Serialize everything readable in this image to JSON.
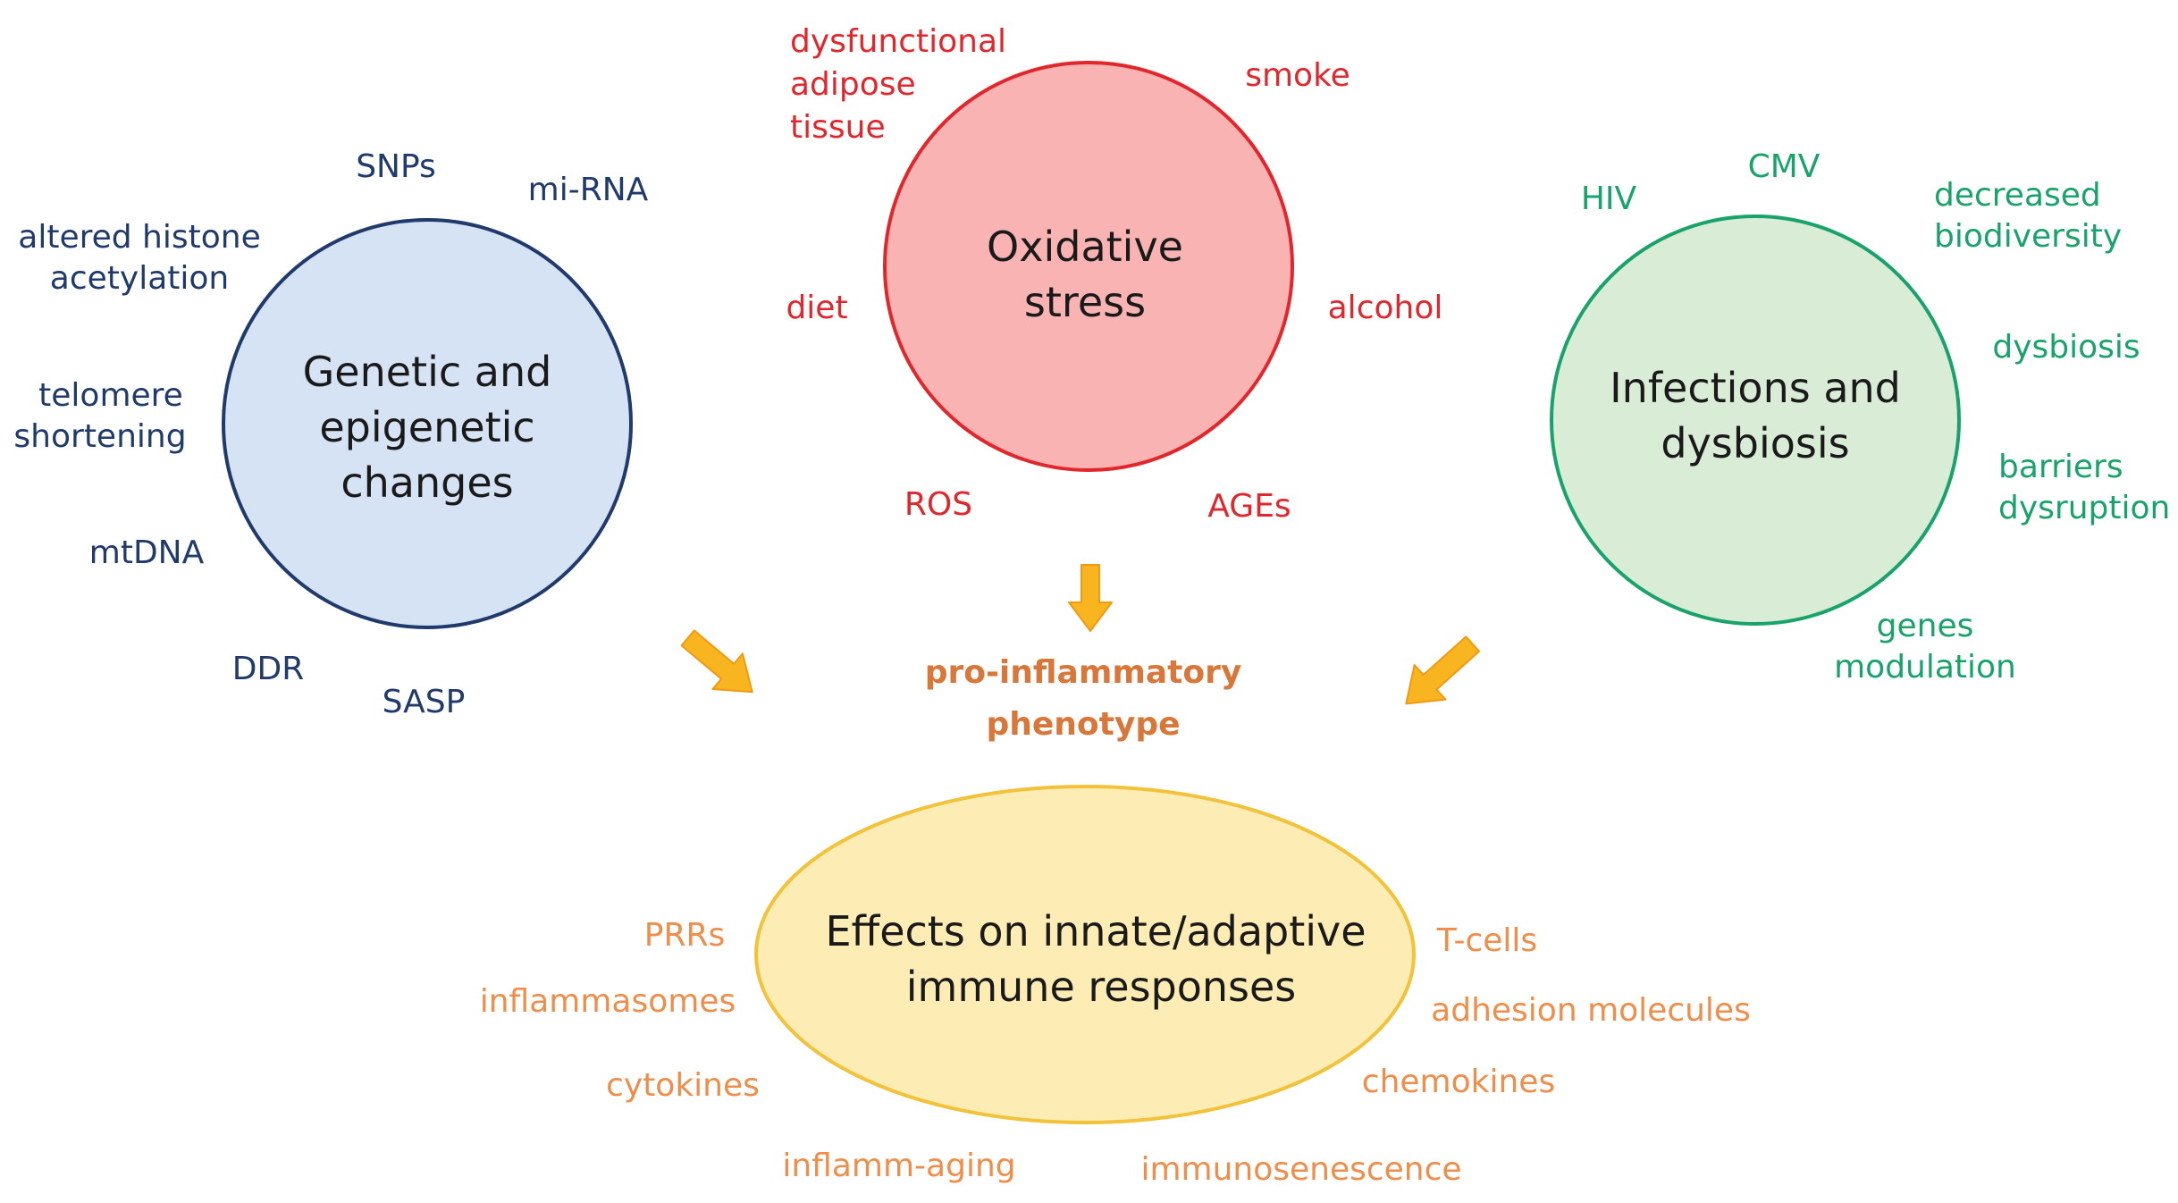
{
  "colors": {
    "genetic": "#1f3a6b",
    "genetic_fill": "#d6e3f4",
    "oxidative": "#e1262c",
    "oxidative_fill": "#f9b3b3",
    "infections": "#19a36b",
    "infections_fill": "#d9ecd6",
    "effects": "#ef8d4a",
    "effects_border": "#f2c23a",
    "effects_fill": "#fdecb3",
    "phenotype": "#d9773a",
    "arrow": "#f8b51f",
    "arrow_stroke": "#f09a12"
  },
  "genetic": {
    "title": [
      "Genetic and",
      "epigenetic",
      "changes"
    ],
    "labels": {
      "snps": "SNPs",
      "mirna": "mi-RNA",
      "histone": [
        "altered histone",
        "acetylation"
      ],
      "telomere": [
        "telomere",
        "shortening"
      ],
      "mtdna": "mtDNA",
      "ddr": "DDR",
      "sasp": "SASP"
    }
  },
  "oxidative": {
    "title": [
      "Oxidative",
      "stress"
    ],
    "labels": {
      "adipose": [
        "dysfunctional",
        "adipose",
        "tissue"
      ],
      "smoke": "smoke",
      "diet": "diet",
      "alcohol": "alcohol",
      "ros": "ROS",
      "ages": "AGEs"
    }
  },
  "infections": {
    "title": [
      "Infections and",
      "dysbiosis"
    ],
    "labels": {
      "hiv": "HIV",
      "cmv": "CMV",
      "biodiversity": [
        "decreased",
        "biodiversity"
      ],
      "dysbiosis": "dysbiosis",
      "barriers": [
        "barriers",
        "dysruption"
      ],
      "genes": [
        "genes",
        "modulation"
      ]
    }
  },
  "phenotype": [
    "pro-inflammatory",
    "phenotype"
  ],
  "effects": {
    "title": [
      "Effects on innate/adaptive",
      "immune responses"
    ],
    "labels": {
      "prrs": "PRRs",
      "inflammasomes": "inflammasomes",
      "cytokines": "cytokines",
      "inflammaging": "inflamm-aging",
      "immunosenescence": "immunosenescence",
      "tcells": "T-cells",
      "adhesion": "adhesion molecules",
      "chemokines": "chemokines"
    }
  }
}
